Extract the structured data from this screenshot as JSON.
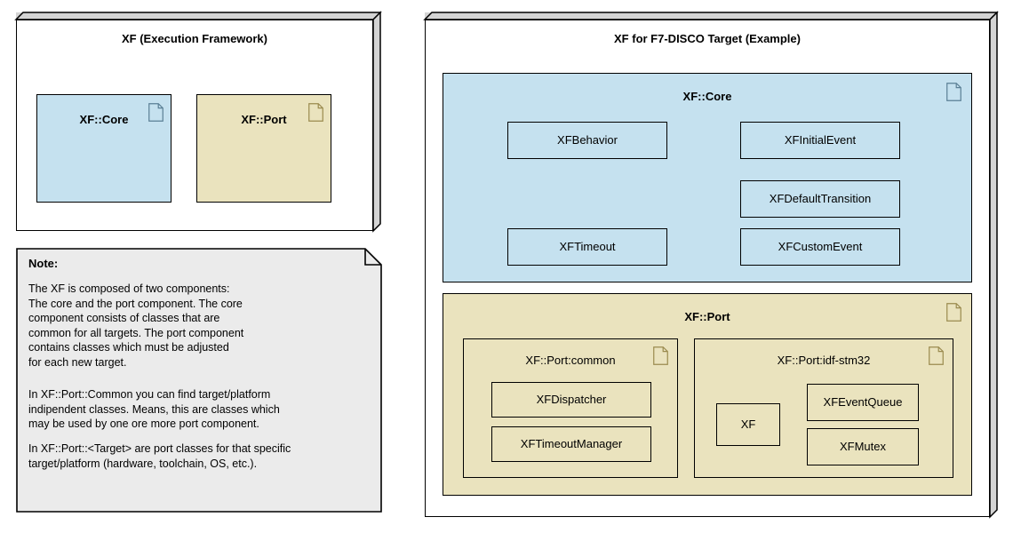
{
  "colors": {
    "core_fill": "#c5e1ef",
    "port_fill": "#eae3be",
    "note_fill": "#ebebeb",
    "page_bg": "#ffffff",
    "depth_gray": "#d4d4d4",
    "stroke": "#000000",
    "core_icon_stroke": "#5a7f95",
    "port_icon_stroke": "#9a8a4e"
  },
  "left": {
    "framework_package": {
      "title": "XF (Execution Framework)",
      "components": [
        {
          "name": "XF::Core",
          "icon": "component-page-icon",
          "fill": "core"
        },
        {
          "name": "XF::Port",
          "icon": "component-page-icon",
          "fill": "port"
        }
      ]
    },
    "note": {
      "heading": "Note:",
      "paragraphs": [
        "The XF is composed of two components:\nThe core and the port component. The core\ncomponent consists of classes that are\ncommon for all targets. The port component\ncontains classes which must be adjusted\nfor each new target.",
        "In XF::Port::Common you can find target/platform\nindipendent classes. Means, this are classes which\nmay be used by one ore more port component.",
        "In XF::Port::<Target> are port classes for that specific\ntarget/platform (hardware, toolchain, OS, etc.)."
      ]
    }
  },
  "right": {
    "target_package": {
      "title": "XF for F7-DISCO Target (Example)",
      "core_component": {
        "name": "XF::Core",
        "icon": "component-page-icon",
        "classes": [
          {
            "label": "XFBehavior"
          },
          {
            "label": "XFInitialEvent"
          },
          {
            "label": "XFDefaultTransition"
          },
          {
            "label": "XFTimeout"
          },
          {
            "label": "XFCustomEvent"
          }
        ]
      },
      "port_component": {
        "name": "XF::Port",
        "icon": "component-page-icon",
        "subcomponents": [
          {
            "name": "XF::Port:common",
            "icon": "component-page-icon",
            "classes": [
              {
                "label": "XFDispatcher"
              },
              {
                "label": "XFTimeoutManager"
              }
            ]
          },
          {
            "name": "XF::Port:idf-stm32",
            "icon": "component-page-icon",
            "classes": [
              {
                "label": "XF"
              },
              {
                "label": "XFEventQueue"
              },
              {
                "label": "XFMutex"
              }
            ]
          }
        ]
      }
    }
  }
}
